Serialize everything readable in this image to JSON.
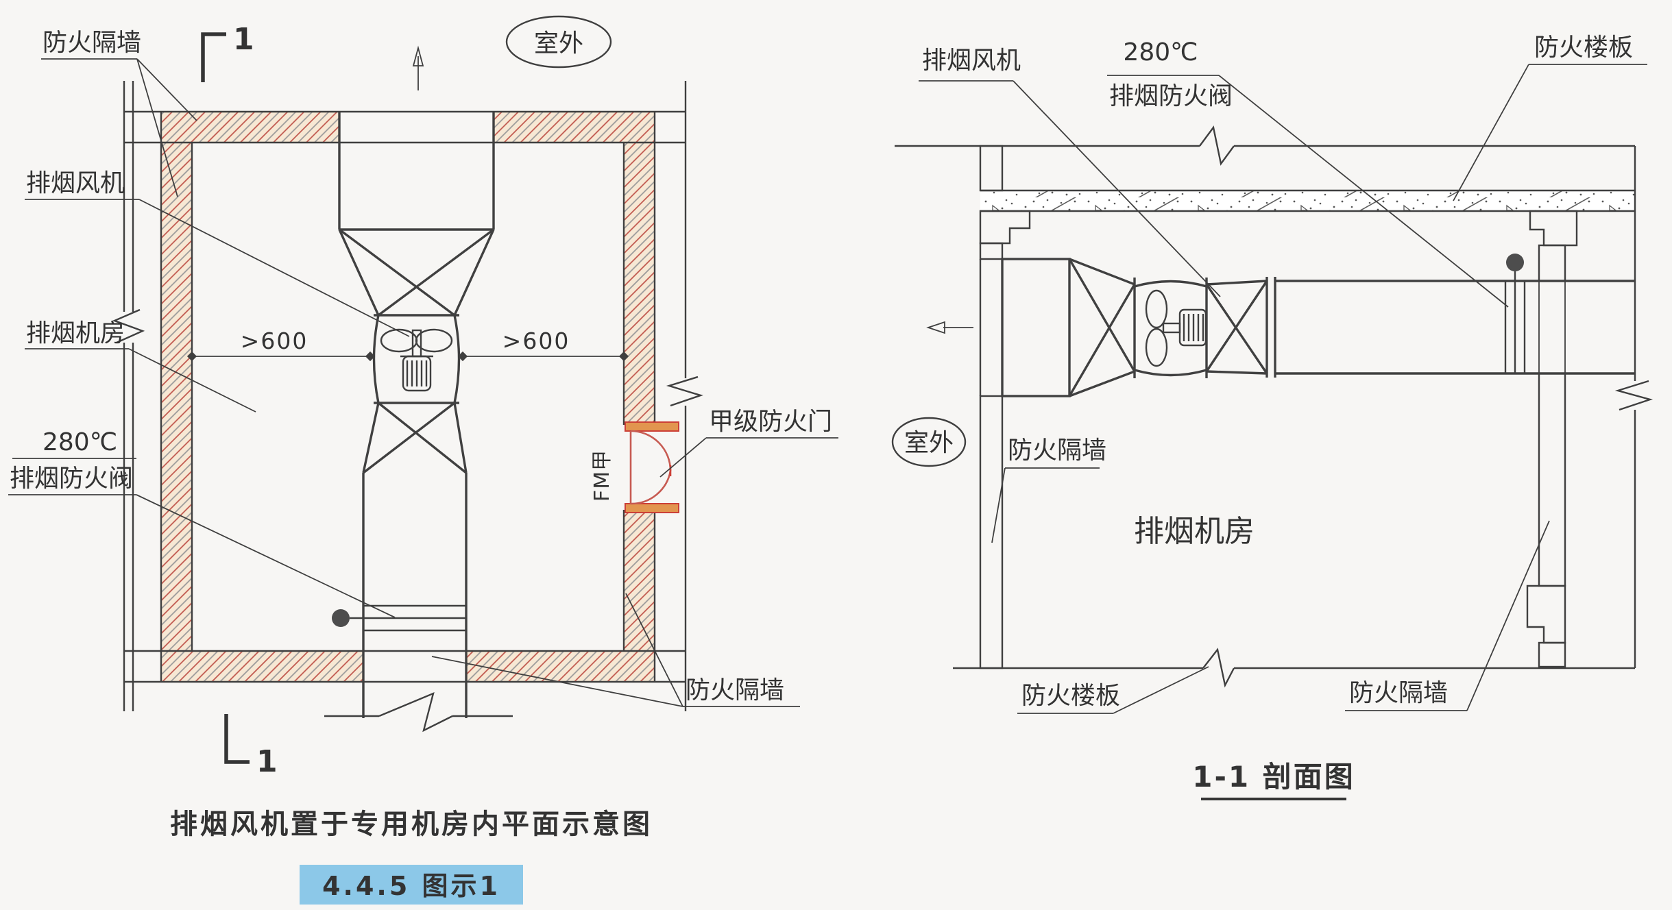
{
  "figure": {
    "plan": {
      "labels": {
        "fire_partition_top": "防火隔墙",
        "smoke_fan": "排烟风机",
        "smoke_room": "排烟机房",
        "damper_temp": "280℃",
        "smoke_damper": "排烟防火阀",
        "class_a_fire_door": "甲级防火门",
        "fire_partition_bottom": "防火隔墙",
        "outdoor": "室外",
        "door_tag": "FM甲",
        "dim_left": ">600",
        "dim_right": ">600",
        "section_mark_top": "1",
        "section_mark_bottom": "1"
      },
      "caption": "排烟风机置于专用机房内平面示意图",
      "badge": "4.4.5 图示1"
    },
    "section": {
      "labels": {
        "smoke_fan": "排烟风机",
        "damper_temp": "280℃",
        "smoke_damper": "排烟防火阀",
        "fire_floor_top": "防火楼板",
        "outdoor": "室外",
        "fire_partition_wall": "防火隔墙",
        "smoke_room": "排烟机房",
        "fire_floor_bottom": "防火楼板",
        "fire_partition_bottom": "防火隔墙"
      },
      "caption": "1-1 剖面图"
    },
    "colors": {
      "line": "#3f3f3f",
      "hatch_red": "#c0564c",
      "hatch_gray": "#9a9a9a",
      "hatch_bg": "#f7e8d4",
      "door_red": "#cc4037",
      "door_orange": "#e2954f",
      "badge_bg": "#8cc8e8",
      "badge_text": "#1c3c6e"
    }
  }
}
